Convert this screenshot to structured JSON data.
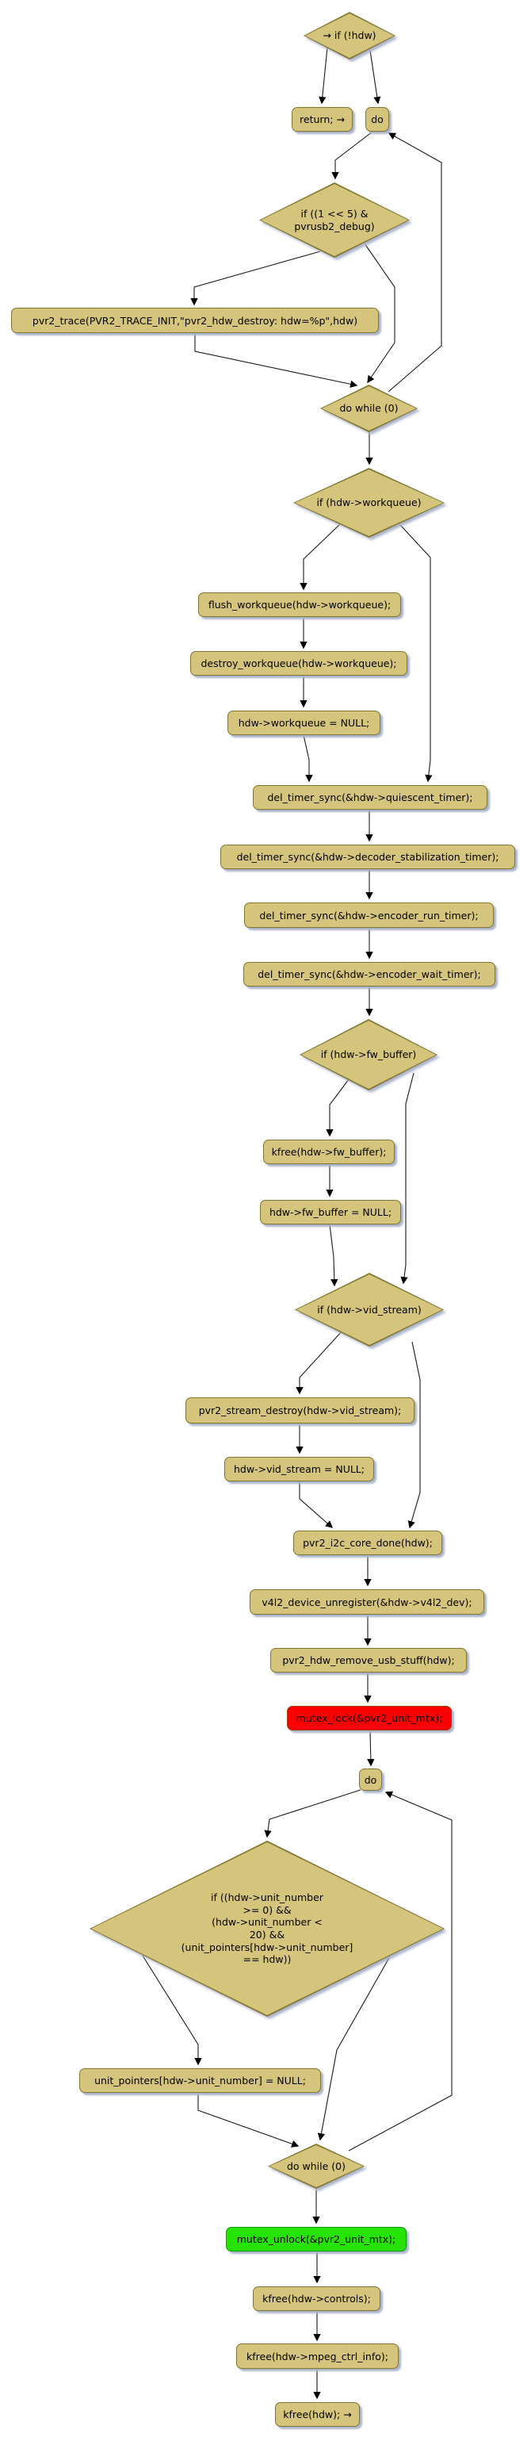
{
  "diagram": {
    "type": "flowchart-activity-diagram",
    "colors": {
      "node_fill": "#D5C47C",
      "node_border": "#81762F",
      "lock_node_fill": "#FB0000",
      "unlock_node_fill": "#26E303",
      "shadow": "#AAB3C9",
      "edge": "#1a1a1a",
      "background": "#ffffff",
      "text": "#000000"
    },
    "nodes": {
      "start_if": {
        "shape": "diamond",
        "label": "→ if (!hdw)"
      },
      "return": {
        "shape": "box",
        "label": "return; →"
      },
      "do1": {
        "shape": "box",
        "label": "do"
      },
      "if_debug": {
        "shape": "diamond",
        "label": "if ((1 << 5) &\npvrusb2_debug)"
      },
      "trace": {
        "shape": "box",
        "label": "pvr2_trace(PVR2_TRACE_INIT,\"pvr2_hdw_destroy: hdw=%p\",hdw)"
      },
      "do_while1": {
        "shape": "diamond",
        "label": "do while (0)"
      },
      "if_workqueue": {
        "shape": "diamond",
        "label": "if (hdw->workqueue)"
      },
      "flush": {
        "shape": "box",
        "label": "flush_workqueue(hdw->workqueue);"
      },
      "destroy": {
        "shape": "box",
        "label": "destroy_workqueue(hdw->workqueue);"
      },
      "wq_null": {
        "shape": "box",
        "label": "hdw->workqueue = NULL;"
      },
      "del_quiescent": {
        "shape": "box",
        "label": "del_timer_sync(&hdw->quiescent_timer);"
      },
      "del_decoder": {
        "shape": "box",
        "label": "del_timer_sync(&hdw->decoder_stabilization_timer);"
      },
      "del_encoder_run": {
        "shape": "box",
        "label": "del_timer_sync(&hdw->encoder_run_timer);"
      },
      "del_encoder_wait": {
        "shape": "box",
        "label": "del_timer_sync(&hdw->encoder_wait_timer);"
      },
      "if_fw": {
        "shape": "diamond",
        "label": "if (hdw->fw_buffer)"
      },
      "kfree_fw": {
        "shape": "box",
        "label": "kfree(hdw->fw_buffer);"
      },
      "fw_null": {
        "shape": "box",
        "label": "hdw->fw_buffer = NULL;"
      },
      "if_vid": {
        "shape": "diamond",
        "label": "if (hdw->vid_stream)"
      },
      "stream_destroy": {
        "shape": "box",
        "label": "pvr2_stream_destroy(hdw->vid_stream);"
      },
      "vid_null": {
        "shape": "box",
        "label": "hdw->vid_stream = NULL;"
      },
      "i2c_done": {
        "shape": "box",
        "label": "pvr2_i2c_core_done(hdw);"
      },
      "v4l2_unreg": {
        "shape": "box",
        "label": "v4l2_device_unregister(&hdw->v4l2_dev);"
      },
      "remove_usb": {
        "shape": "box",
        "label": "pvr2_hdw_remove_usb_stuff(hdw);"
      },
      "mutex_lock": {
        "shape": "box",
        "label": "mutex_lock(&pvr2_unit_mtx);",
        "fill": "#FB0000"
      },
      "do2": {
        "shape": "box",
        "label": "do"
      },
      "if_unit": {
        "shape": "diamond",
        "label": "if ((hdw->unit_number\n>= 0) &&\n(hdw->unit_number <\n20) &&\n(unit_pointers[hdw->unit_number]\n== hdw))"
      },
      "unit_null": {
        "shape": "box",
        "label": "unit_pointers[hdw->unit_number] = NULL;"
      },
      "do_while2": {
        "shape": "diamond",
        "label": "do while (0)"
      },
      "mutex_unlock": {
        "shape": "box",
        "label": "mutex_unlock(&pvr2_unit_mtx);",
        "fill": "#26E303"
      },
      "kfree_controls": {
        "shape": "box",
        "label": "kfree(hdw->controls);"
      },
      "kfree_mpeg": {
        "shape": "box",
        "label": "kfree(hdw->mpeg_ctrl_info);"
      },
      "kfree_hdw": {
        "shape": "box",
        "label": "kfree(hdw); →"
      }
    },
    "edges": [
      {
        "from": "start_if",
        "to": "return"
      },
      {
        "from": "start_if",
        "to": "do1"
      },
      {
        "from": "do1",
        "to": "if_debug"
      },
      {
        "from": "if_debug",
        "to": "trace"
      },
      {
        "from": "if_debug",
        "to": "do_while1"
      },
      {
        "from": "trace",
        "to": "do_while1"
      },
      {
        "from": "do_while1",
        "to": "do1"
      },
      {
        "from": "do_while1",
        "to": "if_workqueue"
      },
      {
        "from": "if_workqueue",
        "to": "flush"
      },
      {
        "from": "if_workqueue",
        "to": "del_quiescent"
      },
      {
        "from": "flush",
        "to": "destroy"
      },
      {
        "from": "destroy",
        "to": "wq_null"
      },
      {
        "from": "wq_null",
        "to": "del_quiescent"
      },
      {
        "from": "del_quiescent",
        "to": "del_decoder"
      },
      {
        "from": "del_decoder",
        "to": "del_encoder_run"
      },
      {
        "from": "del_encoder_run",
        "to": "del_encoder_wait"
      },
      {
        "from": "del_encoder_wait",
        "to": "if_fw"
      },
      {
        "from": "if_fw",
        "to": "kfree_fw"
      },
      {
        "from": "if_fw",
        "to": "if_vid"
      },
      {
        "from": "kfree_fw",
        "to": "fw_null"
      },
      {
        "from": "fw_null",
        "to": "if_vid"
      },
      {
        "from": "if_vid",
        "to": "stream_destroy"
      },
      {
        "from": "if_vid",
        "to": "i2c_done"
      },
      {
        "from": "stream_destroy",
        "to": "vid_null"
      },
      {
        "from": "vid_null",
        "to": "i2c_done"
      },
      {
        "from": "i2c_done",
        "to": "v4l2_unreg"
      },
      {
        "from": "v4l2_unreg",
        "to": "remove_usb"
      },
      {
        "from": "remove_usb",
        "to": "mutex_lock"
      },
      {
        "from": "mutex_lock",
        "to": "do2"
      },
      {
        "from": "do2",
        "to": "if_unit"
      },
      {
        "from": "if_unit",
        "to": "unit_null"
      },
      {
        "from": "if_unit",
        "to": "do_while2"
      },
      {
        "from": "unit_null",
        "to": "do_while2"
      },
      {
        "from": "do_while2",
        "to": "do2"
      },
      {
        "from": "do_while2",
        "to": "mutex_unlock"
      },
      {
        "from": "mutex_unlock",
        "to": "kfree_controls"
      },
      {
        "from": "kfree_controls",
        "to": "kfree_mpeg"
      },
      {
        "from": "kfree_mpeg",
        "to": "kfree_hdw"
      }
    ]
  }
}
